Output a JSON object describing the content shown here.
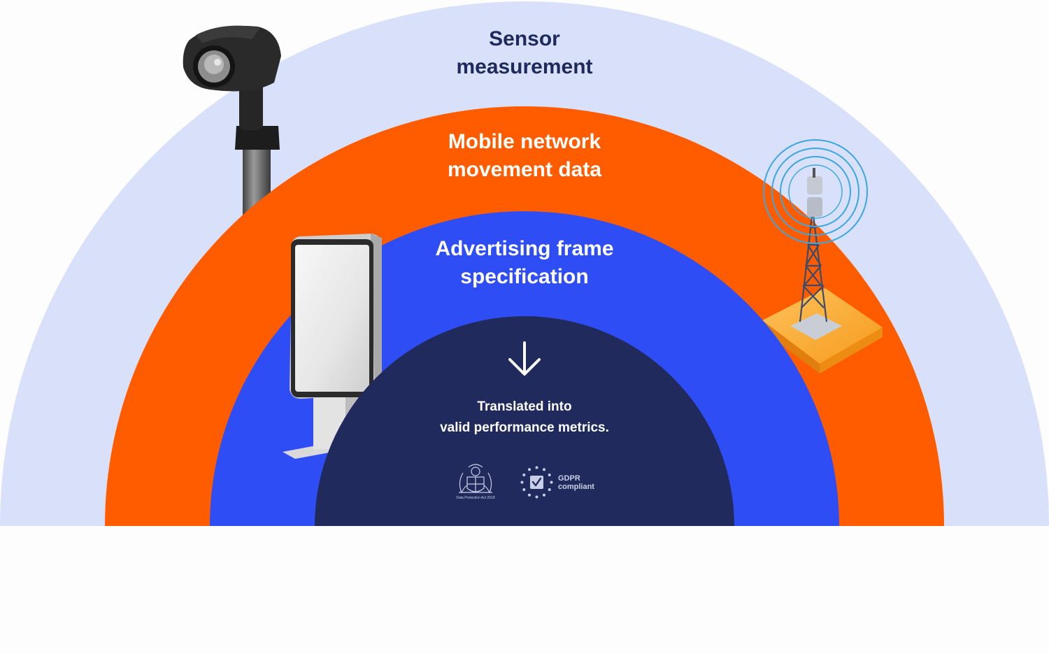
{
  "rings": [
    {
      "name": "sensor",
      "color": "#d8e0fa",
      "label": [
        "Sensor",
        "measurement"
      ]
    },
    {
      "name": "mobile",
      "color": "#ff5c00",
      "label": [
        "Mobile network",
        "movement data"
      ]
    },
    {
      "name": "frame",
      "color": "#2f4df5",
      "label": [
        "Advertising frame",
        "specification"
      ]
    },
    {
      "name": "core",
      "color": "#212a5c",
      "label": [
        "Translated into",
        "valid performance metrics."
      ]
    }
  ],
  "center": {
    "arrow_icon": "arrow-down-icon"
  },
  "badges": {
    "dpa": {
      "icon": "royal-crest-icon",
      "caption": "Data Protection Act 2018"
    },
    "gdpr": {
      "icon": "eu-stars-check-icon",
      "line1": "GDPR",
      "line2": "compliant"
    }
  },
  "illustrations": [
    "security-camera-icon",
    "advertising-billboard-icon",
    "cell-tower-icon"
  ]
}
